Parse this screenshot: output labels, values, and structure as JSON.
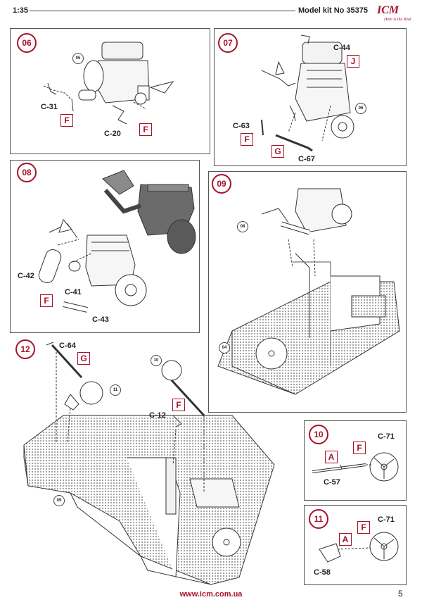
{
  "header": {
    "scale": "1:35",
    "kit_title": "Model kit No 35375",
    "brand": "ICM",
    "brand_tagline": "Here is the Real"
  },
  "steps": {
    "s06": {
      "num": "06",
      "ref": "05",
      "parts": [
        "C-31",
        "C-20"
      ],
      "tags": [
        "F",
        "F"
      ]
    },
    "s07": {
      "num": "07",
      "ref": "06",
      "parts": [
        "C-44",
        "C-63",
        "C-67"
      ],
      "tags": [
        "J",
        "F",
        "G"
      ]
    },
    "s08": {
      "num": "08",
      "parts": [
        "C-42",
        "C-41",
        "C-43"
      ],
      "tags": [
        "F"
      ]
    },
    "s09": {
      "num": "09",
      "refs": [
        "08",
        "04"
      ]
    },
    "s10": {
      "num": "10",
      "parts": [
        "C-71",
        "C-57"
      ],
      "tags": [
        "F",
        "A"
      ]
    },
    "s11": {
      "num": "11",
      "parts": [
        "C-71",
        "C-58"
      ],
      "tags": [
        "F",
        "A"
      ]
    },
    "s12": {
      "num": "12",
      "refs": [
        "10",
        "11",
        "09"
      ],
      "parts": [
        "C-64",
        "C-12"
      ],
      "tags": [
        "G",
        "F"
      ]
    }
  },
  "footer": {
    "url": "www.icm.com.ua",
    "page": "5"
  }
}
